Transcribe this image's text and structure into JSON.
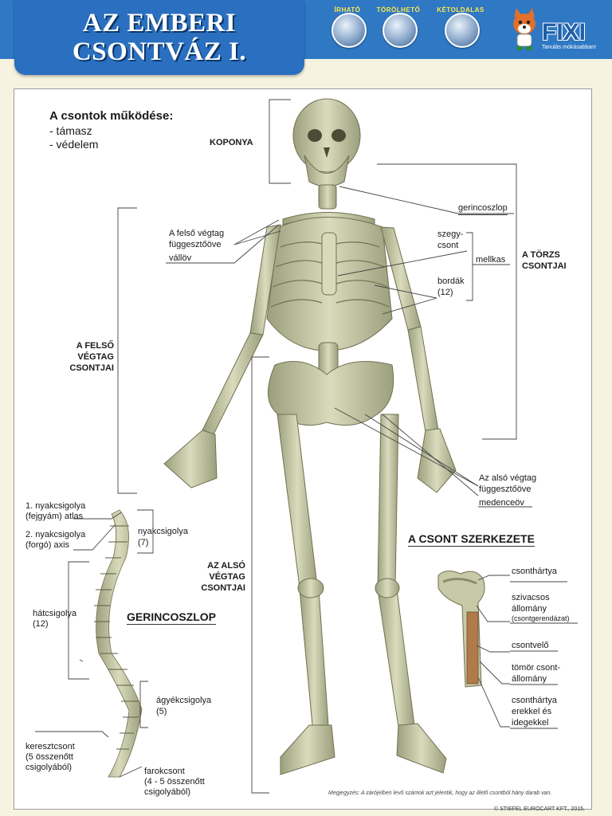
{
  "header": {
    "title_line1": "AZ EMBERI",
    "title_line2": "CSONTVÁZ I.",
    "badges": [
      "ÍRHATÓ",
      "TÖRÖLHETŐ",
      "KÉTOLDALAS"
    ],
    "brand_name": "FIXI",
    "brand_slogan": "Tanulás mókásabban!"
  },
  "functions": {
    "title": "A csontok működése:",
    "items": [
      "- támasz",
      "- védelem"
    ]
  },
  "labels": {
    "koponya": "KOPONYA",
    "gerincoszlop_small": "gerincoszlop",
    "felso_vegtag_fuggeszto_1": "A felső végtag",
    "felso_vegtag_fuggeszto_2": "függesztőöve",
    "vallov": "vállöv",
    "szegycsont_1": "szegy-",
    "szegycsont_2": "csont",
    "mellkas": "mellkas",
    "bordak_1": "bordák",
    "bordak_2": "(12)",
    "torzs_1": "A TÖRZS",
    "torzs_2": "CSONTJAI",
    "felso_1": "A FELSŐ",
    "felso_2": "VÉGTAG",
    "felso_3": "CSONTJAI",
    "also_fuggeszto_1": "Az alsó végtag",
    "also_fuggeszto_2": "függesztőöve",
    "medenceov": "medenceöv",
    "also_1": "AZ ALSÓ",
    "also_2": "VÉGTAG",
    "also_3": "CSONTJAI"
  },
  "spine": {
    "title": "GERINCOSZLOP",
    "atlas_1": "1. nyakcsigolya",
    "atlas_2": "(fejgyám) atlas",
    "axis_1": "2. nyakcsigolya",
    "axis_2": "(forgó) axis",
    "nyak_1": "nyakcsigolya",
    "nyak_2": "(7)",
    "hat_1": "hátcsigolya",
    "hat_2": "(12)",
    "agyek_1": "ágyékcsigolya",
    "agyek_2": "(5)",
    "kereszt_1": "keresztcsont",
    "kereszt_2": "(5 összenőtt",
    "kereszt_3": "csigolyából)",
    "farok_1": "farokcsont",
    "farok_2": "(4 - 5 összenőtt",
    "farok_3": "csigolyából)"
  },
  "bone_structure": {
    "title": "A CSONT SZERKEZETE",
    "csonthartya": "csonthártya",
    "szivacsos_1": "szivacsos",
    "szivacsos_2": "állomány",
    "szivacsos_3": "(csontgerendázat)",
    "csontvelo": "csontvelő",
    "tomor_1": "tömör csont-",
    "tomor_2": "állomány",
    "erekkel_1": "csonthártya",
    "erekkel_2": "erekkel és",
    "erekkel_3": "idegekkel"
  },
  "footer": {
    "note": "Megjegyzés: A zárójelben levő számok azt jelentik, hogy az illető csontból hány darab van.",
    "copyright": "© STIEFEL EUROCART KFT., 2015."
  },
  "colors": {
    "header_blue": "#2f78c4",
    "bone": "#c9cba8",
    "bone_shade": "#8f9270",
    "background": "#f6f3e1"
  }
}
